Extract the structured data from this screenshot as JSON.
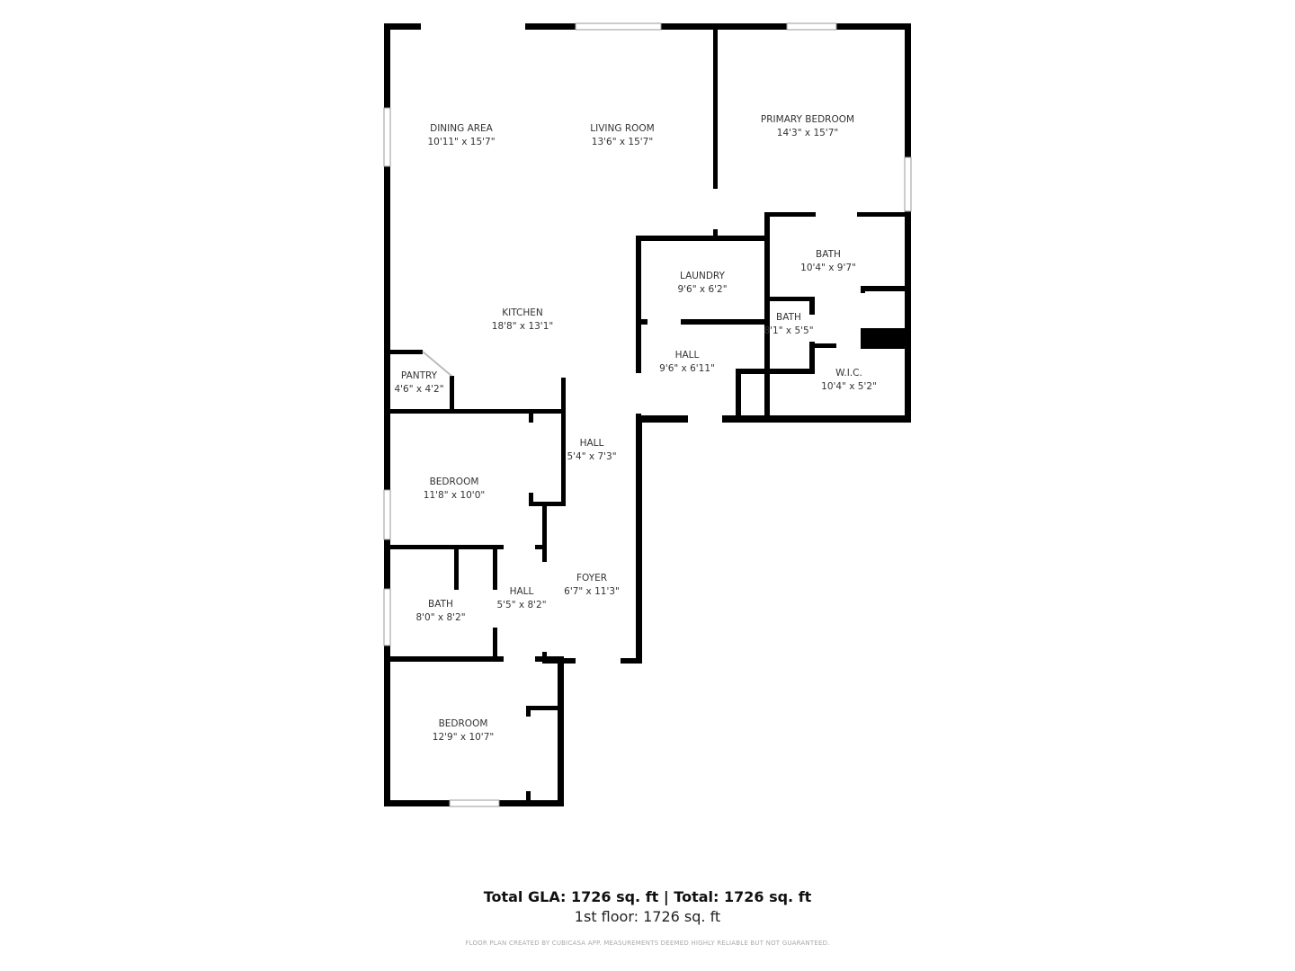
{
  "rooms": [
    {
      "name": "DINING AREA",
      "size": "10'11\" x 15'7\""
    },
    {
      "name": "LIVING ROOM",
      "size": "13'6\" x 15'7\""
    },
    {
      "name": "PRIMARY BEDROOM",
      "size": "14'3\" x 15'7\""
    },
    {
      "name": "BATH",
      "size": "10'4\" x 9'7\""
    },
    {
      "name": "LAUNDRY",
      "size": "9'6\" x 6'2\""
    },
    {
      "name": "KITCHEN",
      "size": "18'8\" x 13'1\""
    },
    {
      "name": "BATH",
      "size": "8'1\" x 5'5\""
    },
    {
      "name": "HALL",
      "size": "9'6\" x 6'11\""
    },
    {
      "name": "W.I.C.",
      "size": "10'4\" x 5'2\""
    },
    {
      "name": "PANTRY",
      "size": "4'6\" x 4'2\""
    },
    {
      "name": "HALL",
      "size": "5'4\" x 7'3\""
    },
    {
      "name": "BEDROOM",
      "size": "11'8\" x 10'0\""
    },
    {
      "name": "FOYER",
      "size": "6'7\" x 11'3\""
    },
    {
      "name": "BATH",
      "size": "8'0\" x 8'2\""
    },
    {
      "name": "HALL",
      "size": "5'5\" x 8'2\""
    },
    {
      "name": "BEDROOM",
      "size": "12'9\" x 10'7\""
    }
  ],
  "footer": {
    "totals": "Total GLA: 1726 sq. ft | Total: 1726 sq. ft",
    "floor": "1st floor: 1726 sq. ft",
    "disclaimer": "FLOOR PLAN CREATED BY CUBICASA APP. MEASUREMENTS DEEMED HIGHLY RELIABLE BUT NOT GUARANTEED."
  },
  "colors": {
    "wall": "#000000",
    "window": "#ffffff",
    "background": "#ffffff"
  }
}
